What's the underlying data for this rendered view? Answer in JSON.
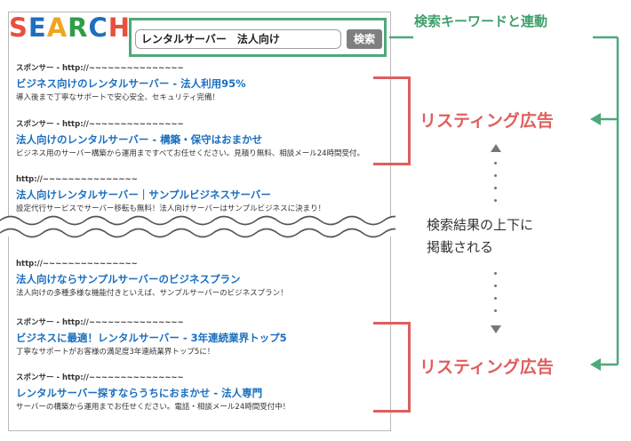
{
  "search": {
    "logo_letters": [
      {
        "char": "S",
        "color": "#e94f3d"
      },
      {
        "char": "E",
        "color": "#1f6fc0"
      },
      {
        "char": "A",
        "color": "#f0a51e"
      },
      {
        "char": "R",
        "color": "#2f9d48"
      },
      {
        "char": "C",
        "color": "#1f6fc0"
      },
      {
        "char": "H",
        "color": "#e94f3d"
      }
    ],
    "query": "レンタルサーバー　法人向け",
    "button_label": "検索"
  },
  "results_top": [
    {
      "url": "スポンサー - http://~~~~~~~~~~~~~~~",
      "title": "ビジネス向けのレンタルサーバー - 法人利用95%",
      "desc": "導入後まで丁寧なサポートで安心安全、セキュリティ完備！"
    },
    {
      "url": "スポンサー - http://~~~~~~~~~~~~~~~",
      "title": "法人向けのレンタルサーバー - 構築・保守はおまかせ",
      "desc": "ビジネス用のサーバー構築から運用まですべてお任せください。見積り無料、相談メール24時間受付。"
    },
    {
      "url": "http://~~~~~~~~~~~~~~~",
      "title": "法人向けレンタルサーバー｜サンプルビジネスサーバー",
      "desc": "設定代行サービスでサーバー移転も無料！法人向けサーバーはサンプルビジネスに決まり！"
    }
  ],
  "results_bottom": [
    {
      "url": "http://~~~~~~~~~~~~~~~",
      "title": "法人向けならサンプルサーバーのビジネスプラン",
      "desc": "法人向けの多種多様な機能付きといえば、サンプルサーバーのビジネスプラン！"
    },
    {
      "url": "スポンサー - http://~~~~~~~~~~~~~~~",
      "title": "ビジネスに最適！レンタルサーバー - 3年連続業界トップ5",
      "desc": "丁寧なサポートがお客様の満足度3年連続業界トップ5に！"
    },
    {
      "url": "スポンサー - http://~~~~~~~~~~~~~~~",
      "title": "レンタルサーバー探すならうちにおまかせ - 法人専門",
      "desc": "サーバーの構築から運用までお任せください。電話・相談メール24時間受付中！"
    }
  ],
  "annotations": {
    "keyword_link": "検索キーワードと連動",
    "listing_ad_top": "リスティング広告",
    "listing_ad_bottom": "リスティング広告",
    "position_note_line1": "検索結果の上下に",
    "position_note_line2": "掲載される"
  },
  "colors": {
    "accent_green": "#4fa97a",
    "ad_red": "#df5e5e",
    "title_blue": "#1a6fbf"
  }
}
